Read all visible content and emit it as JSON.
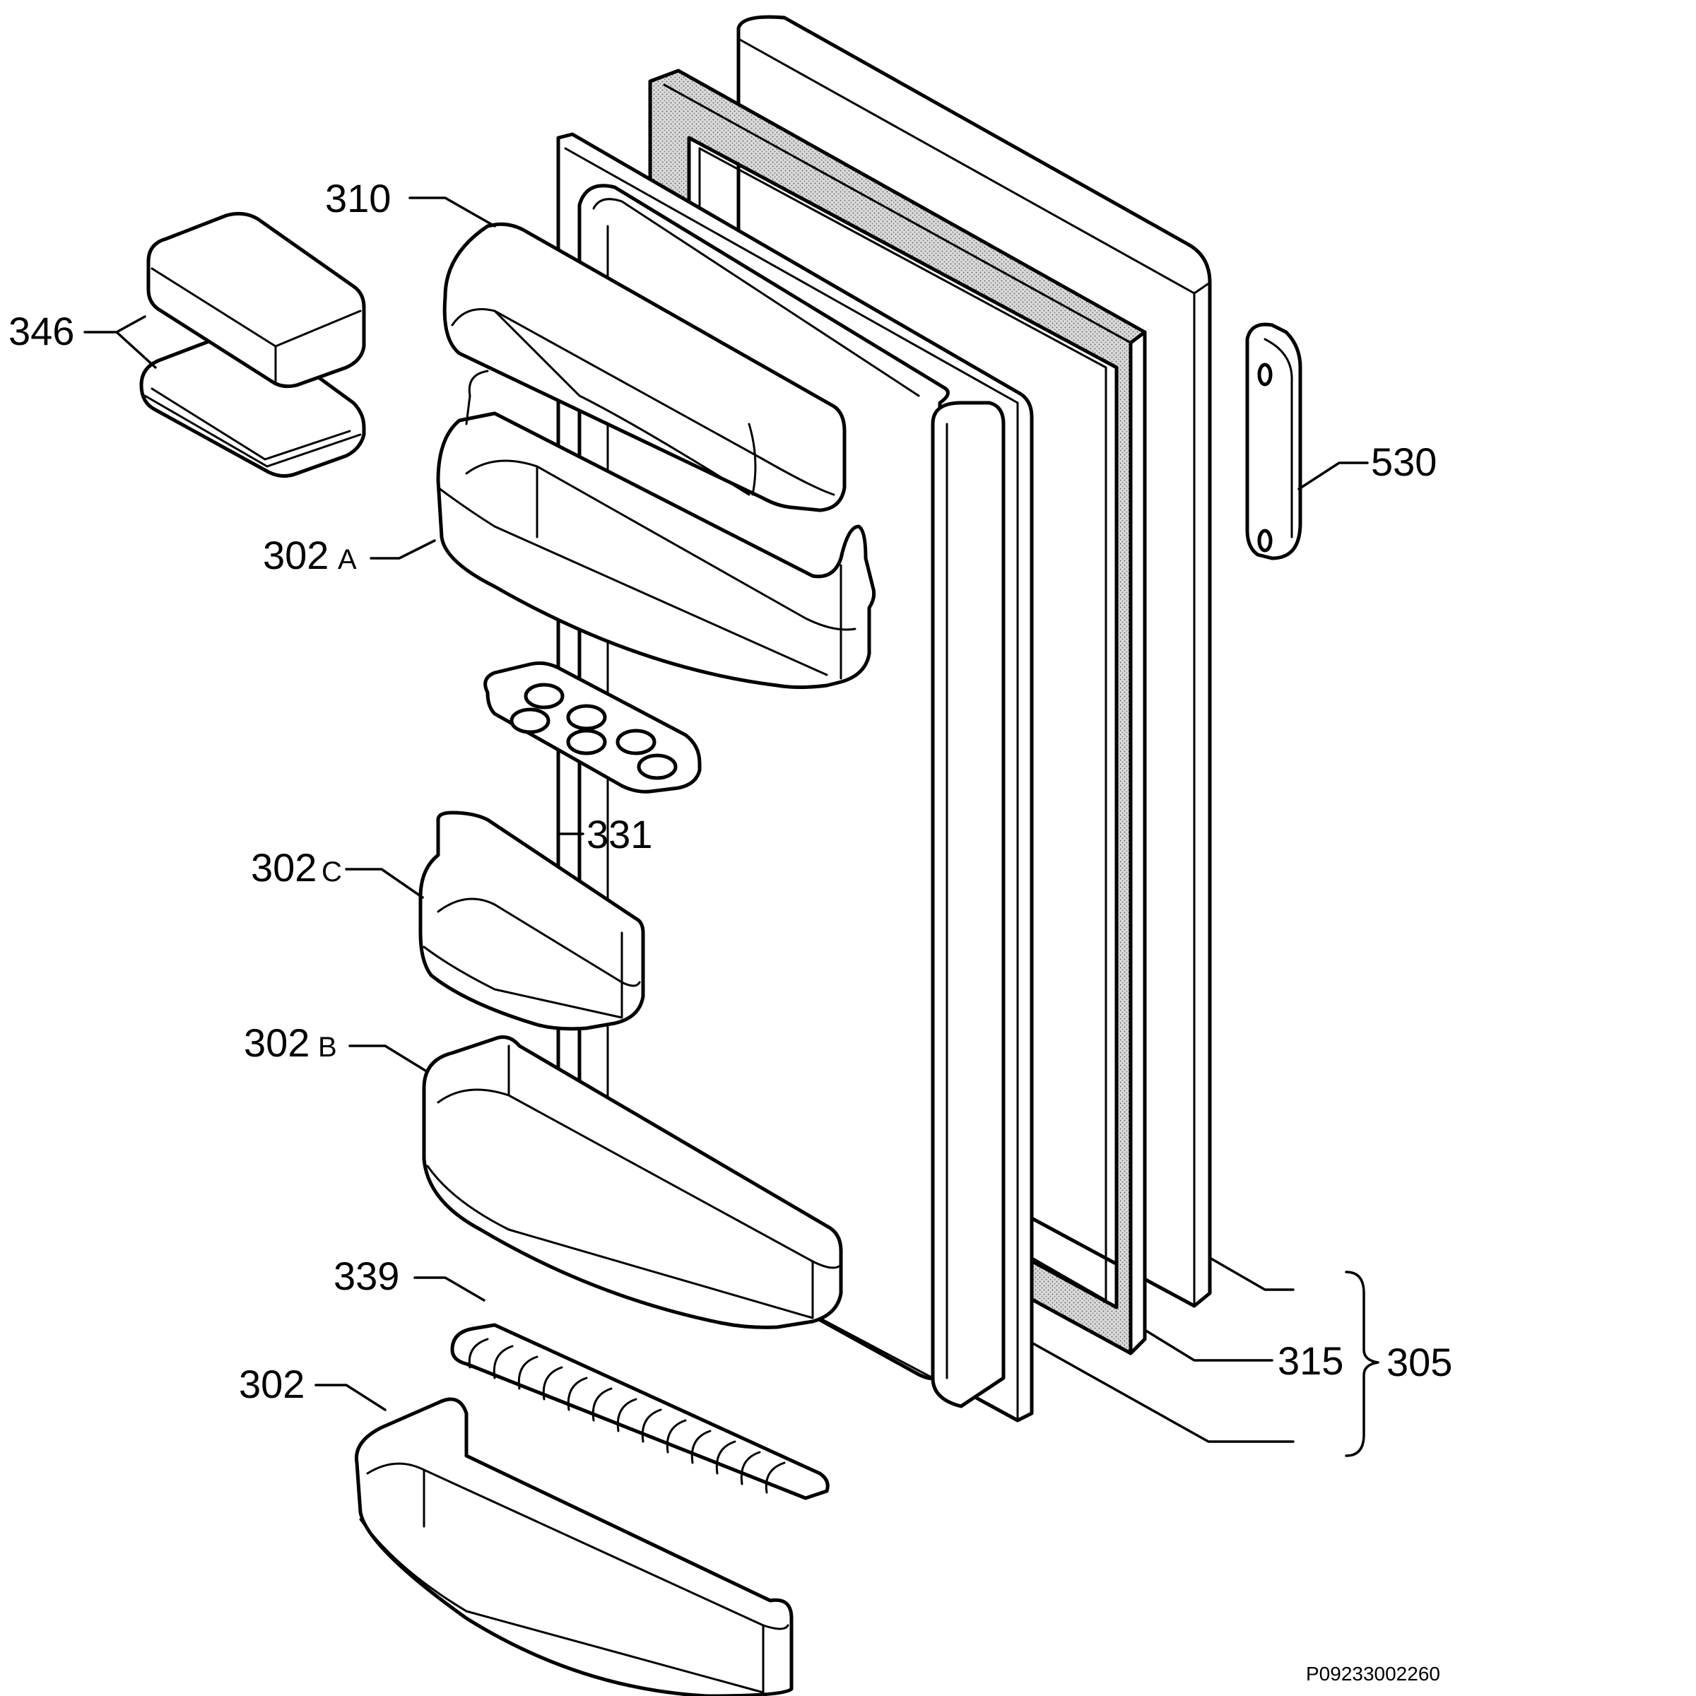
{
  "diagram": {
    "drawing_code": "P09233002260",
    "labels": {
      "l310": "310",
      "l346": "346",
      "l302a_num": "302",
      "l302a_suf": "A",
      "l331": "331",
      "l302c_num": "302",
      "l302c_suf": "C",
      "l302b_num": "302",
      "l302b_suf": "B",
      "l339": "339",
      "l302": "302",
      "l530": "530",
      "l315": "315",
      "l305": "305"
    }
  }
}
